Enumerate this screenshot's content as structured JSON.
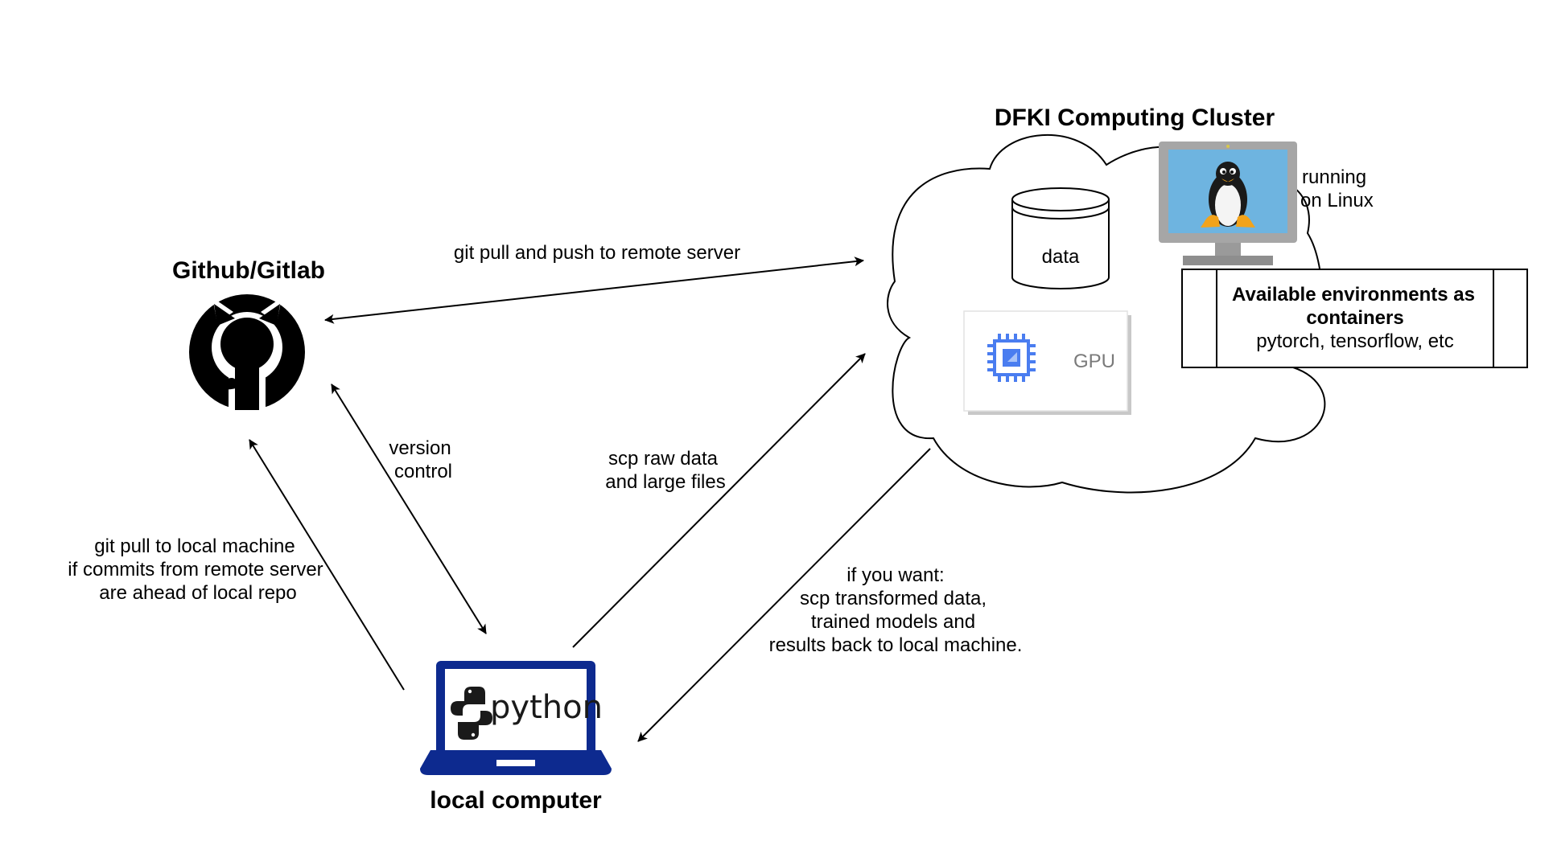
{
  "nodes": {
    "github": {
      "title": "Github/Gitlab",
      "icon": "github-octocat-icon"
    },
    "cluster": {
      "title": "DFKI Computing Cluster",
      "icon": "cloud-shape"
    },
    "data_store": {
      "label": "data",
      "icon": "database-cylinder-icon"
    },
    "gpu": {
      "label": "GPU",
      "icon": "chip-icon",
      "accent": "#4a7df0"
    },
    "linux_monitor": {
      "icon": "linux-tux-icon",
      "screen_color": "#6eb4e0",
      "frame_color": "#a6a6a6"
    },
    "linux_note": {
      "lines": [
        "running",
        "on Linux"
      ]
    },
    "environments": {
      "lines_bold": [
        "Available environments as",
        "containers"
      ],
      "line": "pytorch, tensorflow, etc"
    },
    "local": {
      "title": "local computer",
      "screen_text": "python",
      "icon": "laptop-icon",
      "color": "#0d2a8f"
    }
  },
  "edges": {
    "git_remote": {
      "label": "git pull and push to remote server"
    },
    "version_control": {
      "lines": [
        "version",
        "control"
      ]
    },
    "git_pull_local": {
      "lines": [
        "git pull to local machine",
        "if commits from remote server",
        "are ahead of local repo"
      ]
    },
    "scp_raw": {
      "lines": [
        "scp raw data",
        "and large files"
      ]
    },
    "scp_back": {
      "lines": [
        "if you want:",
        "scp transformed data,",
        "trained models and",
        "results back to local machine."
      ]
    }
  }
}
